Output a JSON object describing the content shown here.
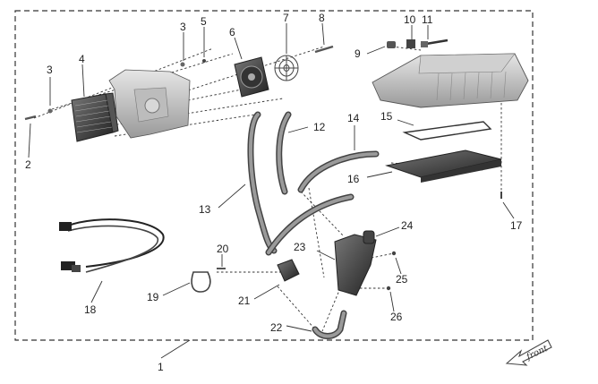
{
  "diagram": {
    "type": "exploded-parts",
    "front_label": "front",
    "callouts": [
      {
        "id": "1",
        "label": "1"
      },
      {
        "id": "2",
        "label": "2"
      },
      {
        "id": "3a",
        "label": "3"
      },
      {
        "id": "3b",
        "label": "3"
      },
      {
        "id": "4",
        "label": "4"
      },
      {
        "id": "5",
        "label": "5"
      },
      {
        "id": "6",
        "label": "6"
      },
      {
        "id": "7",
        "label": "7"
      },
      {
        "id": "8",
        "label": "8"
      },
      {
        "id": "9",
        "label": "9"
      },
      {
        "id": "10",
        "label": "10"
      },
      {
        "id": "11",
        "label": "11"
      },
      {
        "id": "12",
        "label": "12"
      },
      {
        "id": "13",
        "label": "13"
      },
      {
        "id": "14",
        "label": "14"
      },
      {
        "id": "15",
        "label": "15"
      },
      {
        "id": "16",
        "label": "16"
      },
      {
        "id": "17",
        "label": "17"
      },
      {
        "id": "18",
        "label": "18"
      },
      {
        "id": "19",
        "label": "19"
      },
      {
        "id": "20",
        "label": "20"
      },
      {
        "id": "21",
        "label": "21"
      },
      {
        "id": "22",
        "label": "22"
      },
      {
        "id": "23",
        "label": "23"
      },
      {
        "id": "24",
        "label": "24"
      },
      {
        "id": "25",
        "label": "25"
      },
      {
        "id": "26",
        "label": "26"
      }
    ]
  }
}
